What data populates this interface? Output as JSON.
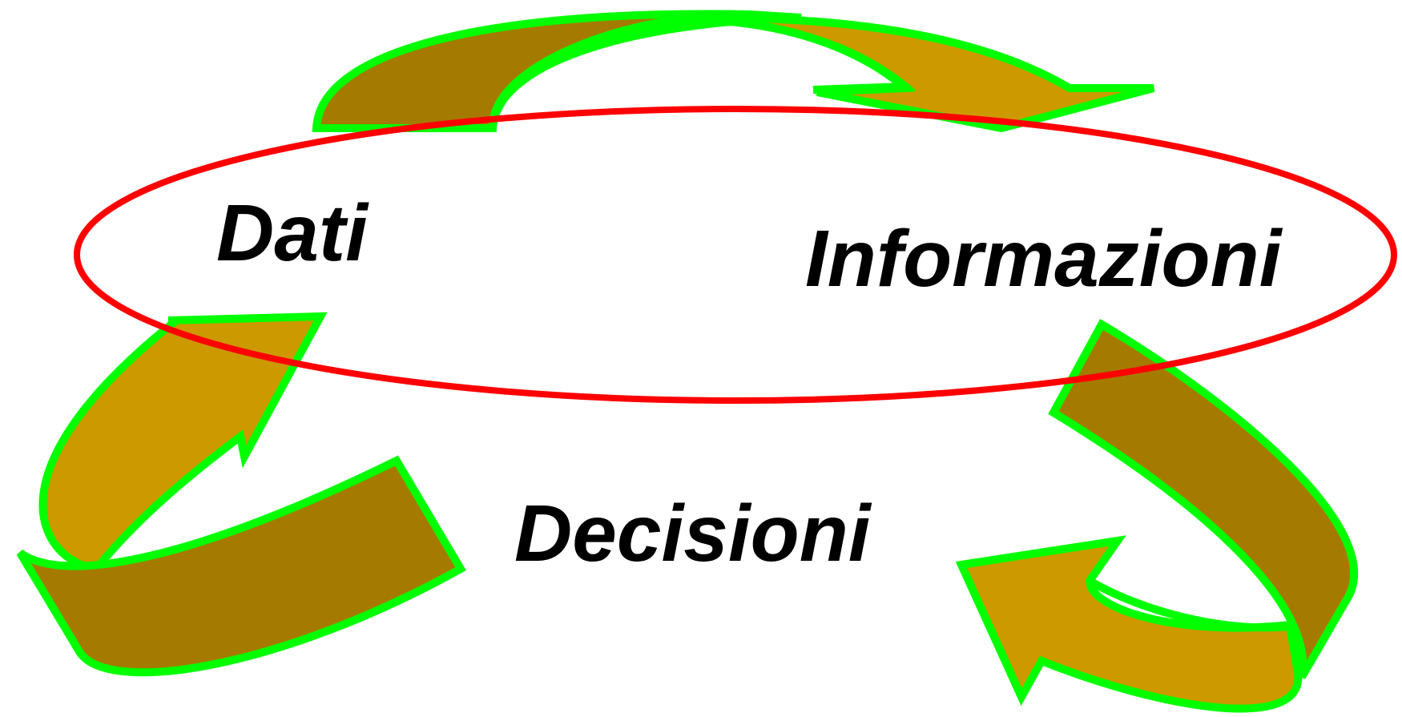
{
  "diagram": {
    "labels": {
      "dati": "Dati",
      "informazioni": "Informazioni",
      "decisioni": "Decisioni"
    },
    "colors": {
      "ellipse_stroke": "#ff0000",
      "arrow_outline": "#00ff00",
      "arrow_dark": "#a47b00",
      "arrow_light": "#cc9a00",
      "text": "#000000"
    }
  }
}
